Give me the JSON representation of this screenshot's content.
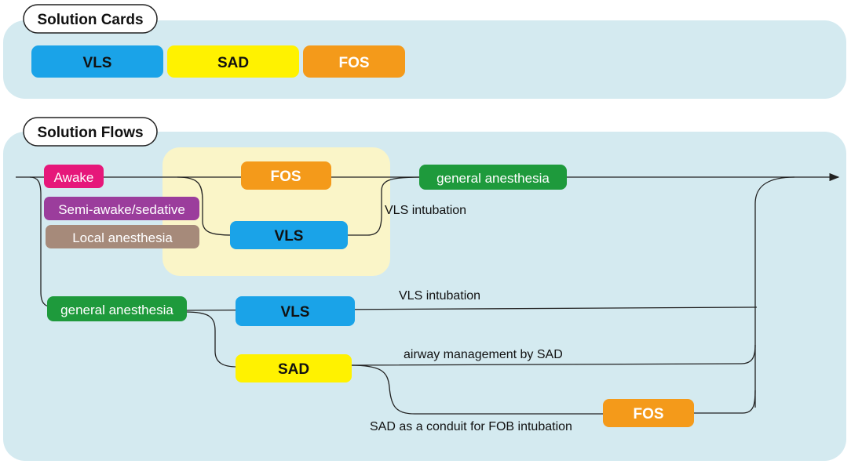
{
  "sections": {
    "cards_title": "Solution Cards",
    "flows_title": "Solution Flows"
  },
  "cards": [
    {
      "label": "VLS",
      "color": "#1aa3e8"
    },
    {
      "label": "SAD",
      "color": "#fff200"
    },
    {
      "label": "FOS",
      "color": "#f49a1a"
    }
  ],
  "flows": {
    "modes": [
      {
        "label": "Awake",
        "color": "#e6177a"
      },
      {
        "label": "Semi-awake/sedative",
        "color": "#9b3d9c"
      },
      {
        "label": "Local anesthesia",
        "color": "#a68a7a"
      }
    ],
    "awake_group": {
      "fos": "FOS",
      "vls": "VLS",
      "vls_edge_label": "VLS intubation",
      "general_anesthesia": "general anesthesia"
    },
    "ga_group": {
      "general_anesthesia": "general anesthesia",
      "vls": "VLS",
      "vls_edge_label": "VLS intubation",
      "sad": "SAD",
      "sad_edge_label": "airway management by SAD",
      "fos": "FOS",
      "conduit_edge_label": "SAD as a conduit for FOB intubation"
    }
  },
  "colors": {
    "panel": "#d4eaf0",
    "highlight": "#faf5c8",
    "green": "#1e9a3c",
    "line": "#222222"
  }
}
